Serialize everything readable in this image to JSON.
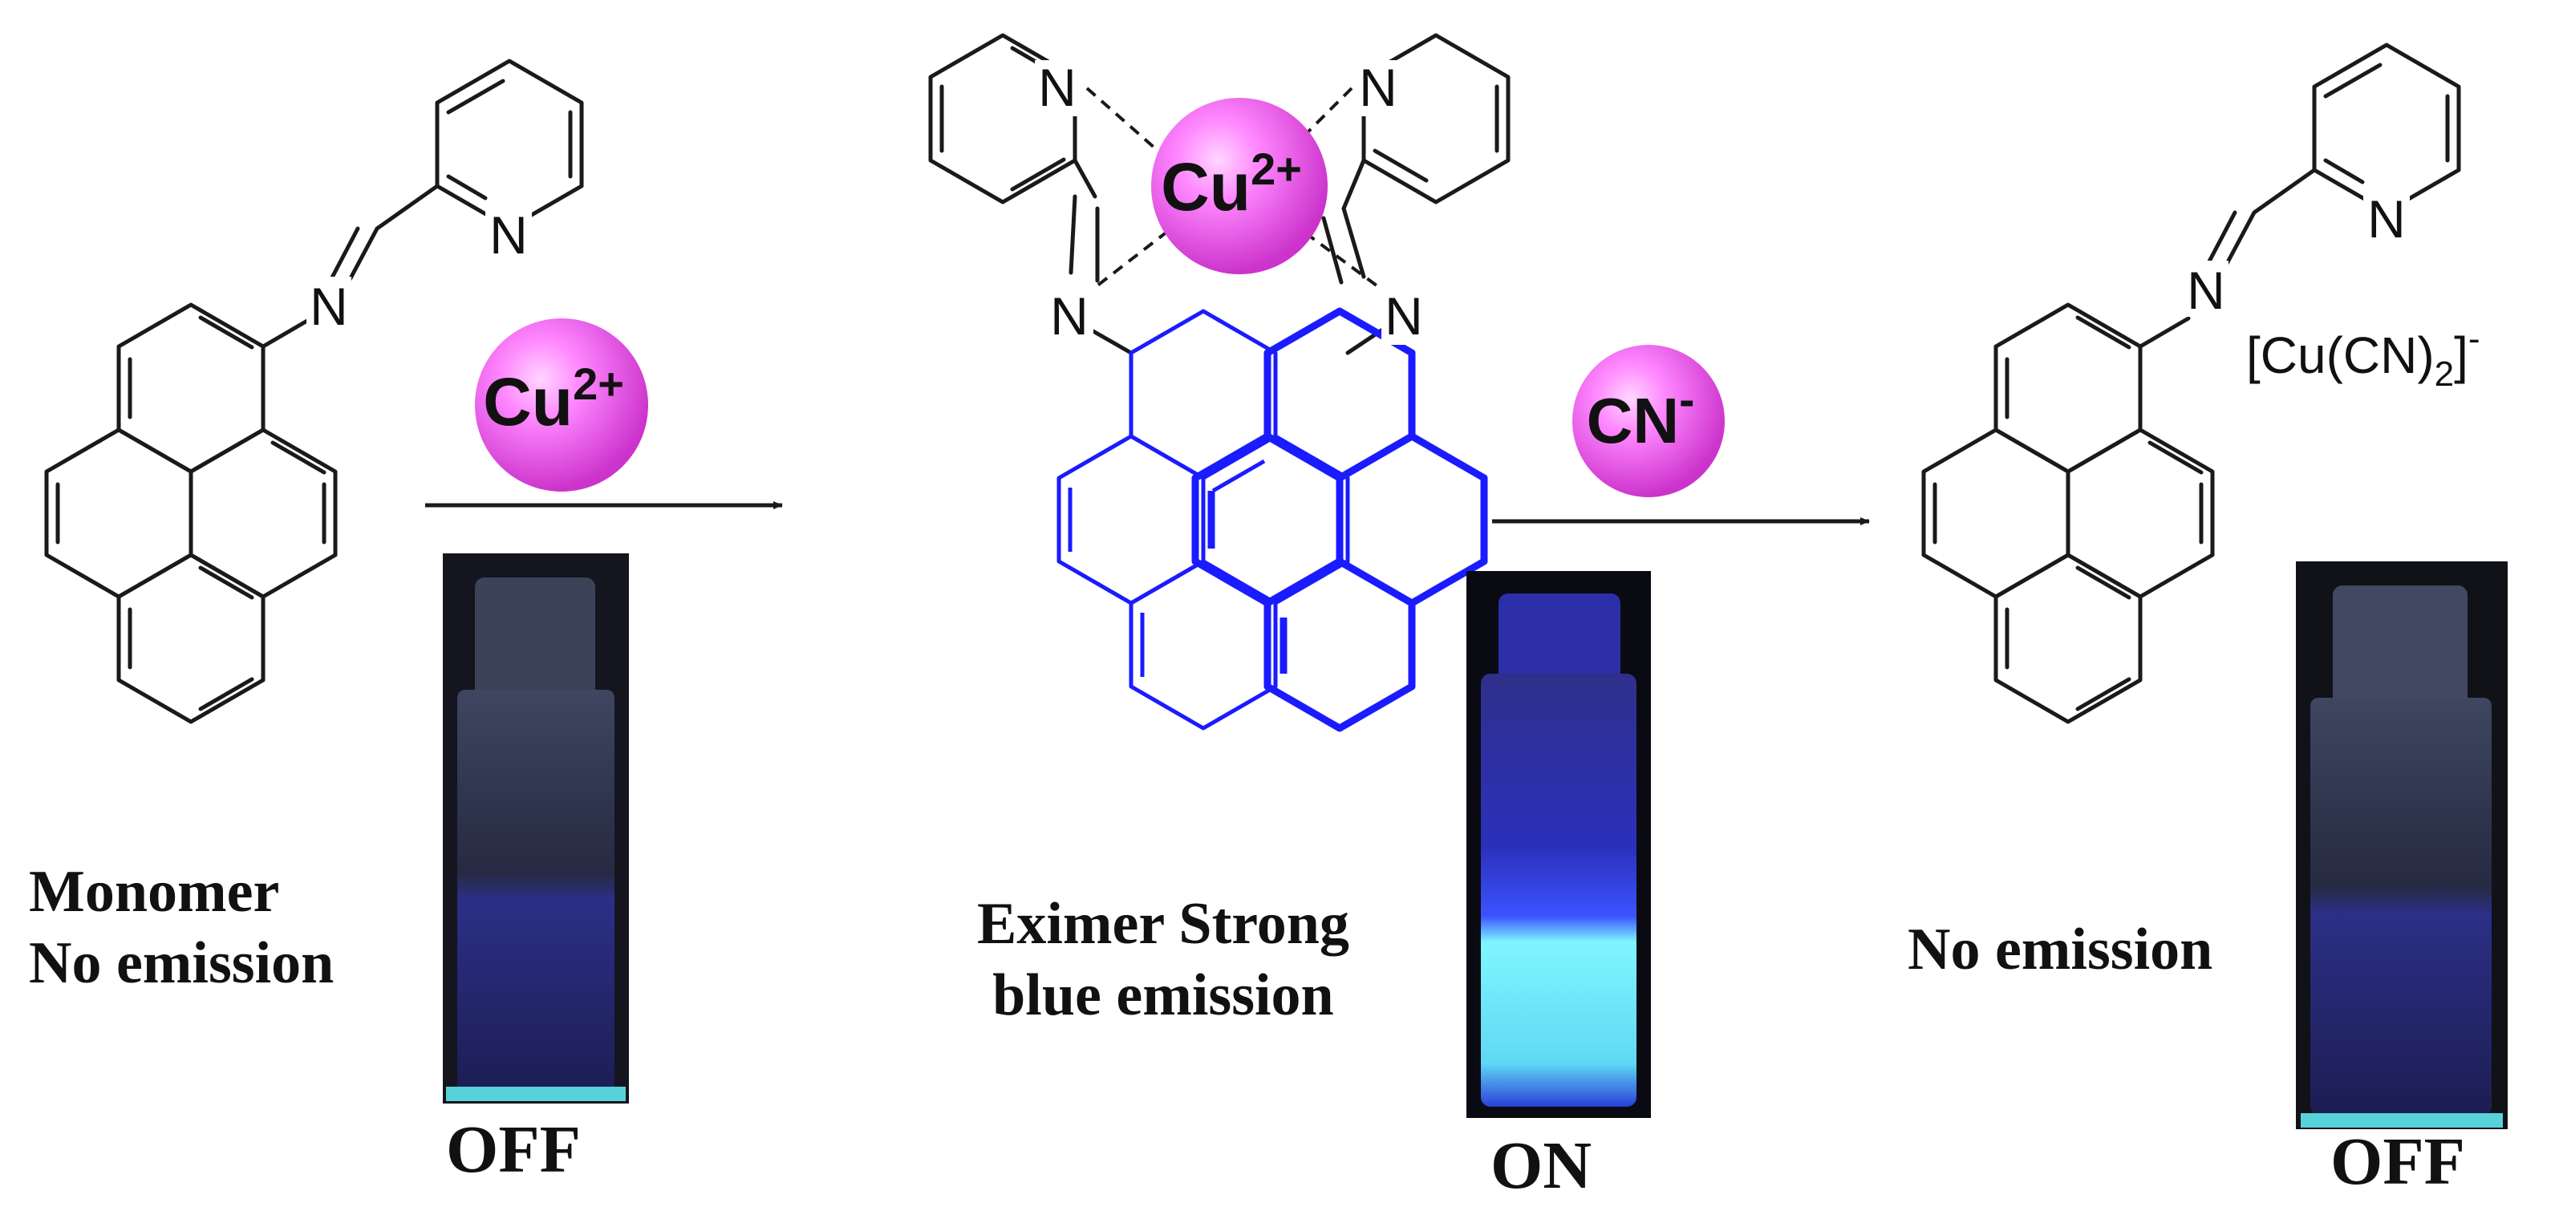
{
  "colors": {
    "bond": "#1a1a1a",
    "excimer_bond": "#1b1bff",
    "ion_sphere": "#ee55ee",
    "arrow": "#1a1a1a"
  },
  "atoms": {
    "N": "N"
  },
  "reagents": {
    "copper": {
      "base": "Cu",
      "sup": "2+"
    },
    "cyanide": {
      "base": "CN",
      "sup": "-"
    }
  },
  "complex_ion": {
    "center": {
      "base": "Cu",
      "sup": "2+"
    }
  },
  "product": {
    "counter_ion": {
      "open": "[Cu(CN)",
      "sub": "2",
      "close": "]",
      "sup": "-"
    }
  },
  "captions": {
    "monomer_line1": "Monomer",
    "monomer_line2": "No emission",
    "excimer_line1": "Eximer Strong",
    "excimer_line2": "blue emission",
    "product_line1": "No emission"
  },
  "vials": [
    {
      "state_label": "OFF",
      "emission": "off"
    },
    {
      "state_label": "ON",
      "emission": "on"
    },
    {
      "state_label": "OFF",
      "emission": "off"
    }
  ]
}
